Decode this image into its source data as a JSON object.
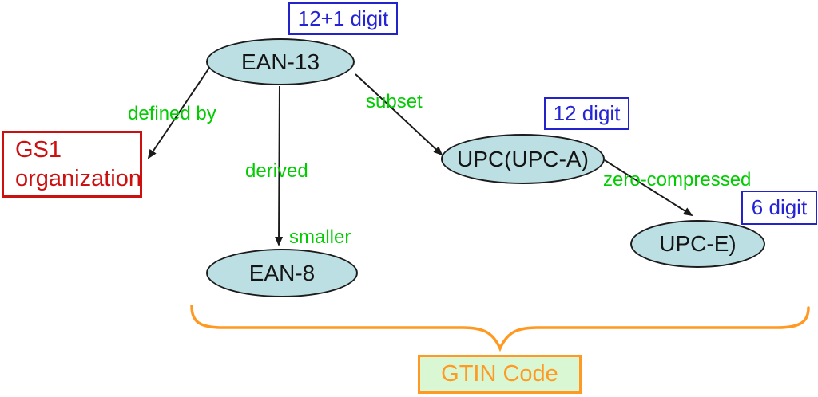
{
  "diagram": {
    "nodes": [
      {
        "id": "ean13",
        "label": "EAN-13"
      },
      {
        "id": "upca",
        "label": "UPC(UPC-A)"
      },
      {
        "id": "upce",
        "label": "UPC-E)"
      },
      {
        "id": "ean8",
        "label": "EAN-8"
      }
    ],
    "digit_annotations": [
      {
        "id": "ean13-digits",
        "label": "12+1 digit"
      },
      {
        "id": "upca-digits",
        "label": "12 digit"
      },
      {
        "id": "upce-digits",
        "label": "6 digit"
      }
    ],
    "gs1_box": {
      "line1": "GS1",
      "line2": "organization"
    },
    "edge_labels": {
      "defined_by": "defined by",
      "derived": "derived",
      "subset": "subset",
      "smaller": "smaller",
      "zero_compressed": "zero-compressed"
    },
    "gtin_box": {
      "label": "GTIN Code"
    },
    "colors": {
      "node_fill": "#bcdfe3",
      "node_border": "#1c1c1c",
      "digit_blue": "#2323cc",
      "gs1_red": "#cc1010",
      "edge_label_green": "#00cc00",
      "brace_orange": "#ff9922",
      "gtin_fill": "#d9f7d3",
      "arrow_black": "#1a1a1a",
      "background": "#ffffff"
    }
  }
}
